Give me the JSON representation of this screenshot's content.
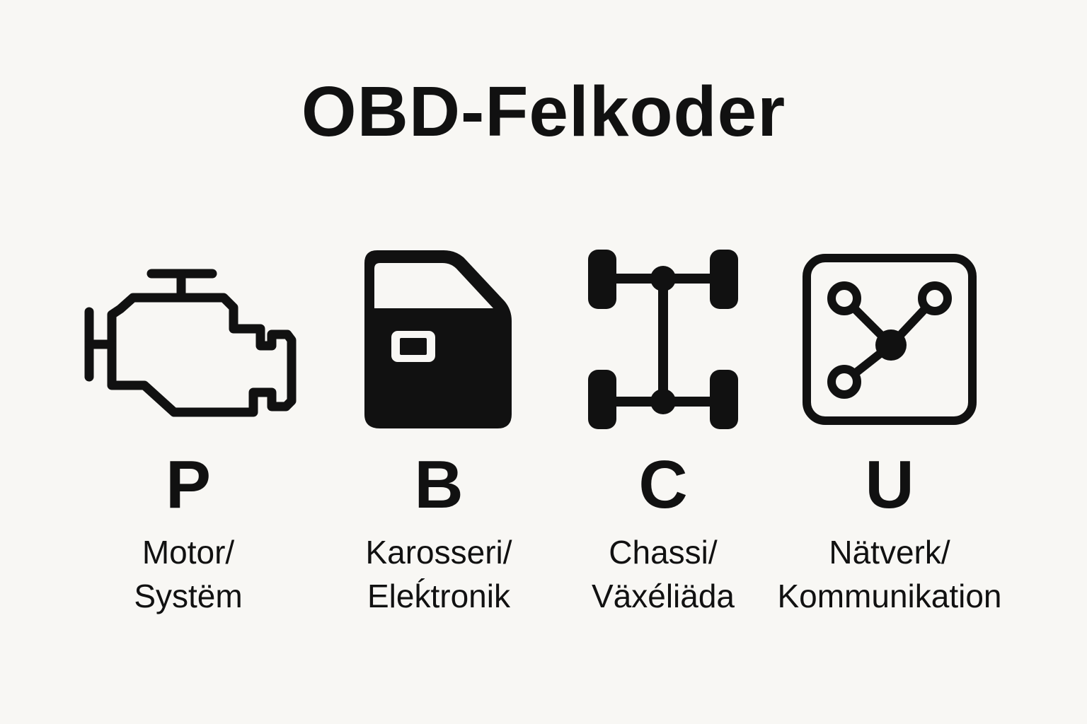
{
  "title": "OBD-Felkoder",
  "colors": {
    "background": "#f8f7f4",
    "ink": "#111111"
  },
  "categories": [
    {
      "icon": "engine-icon",
      "letter": "P",
      "label_line1": "Motor/",
      "label_line2": "Systëm"
    },
    {
      "icon": "car-door-icon",
      "letter": "B",
      "label_line1": "Karosseri/",
      "label_line2": "Eleḱtronik"
    },
    {
      "icon": "chassis-axle-icon",
      "letter": "C",
      "label_line1": "Chassi/",
      "label_line2": "Växéliäda"
    },
    {
      "icon": "network-nodes-icon",
      "letter": "U",
      "label_line1": "Nätverk/",
      "label_line2": "Kommunikation"
    }
  ]
}
